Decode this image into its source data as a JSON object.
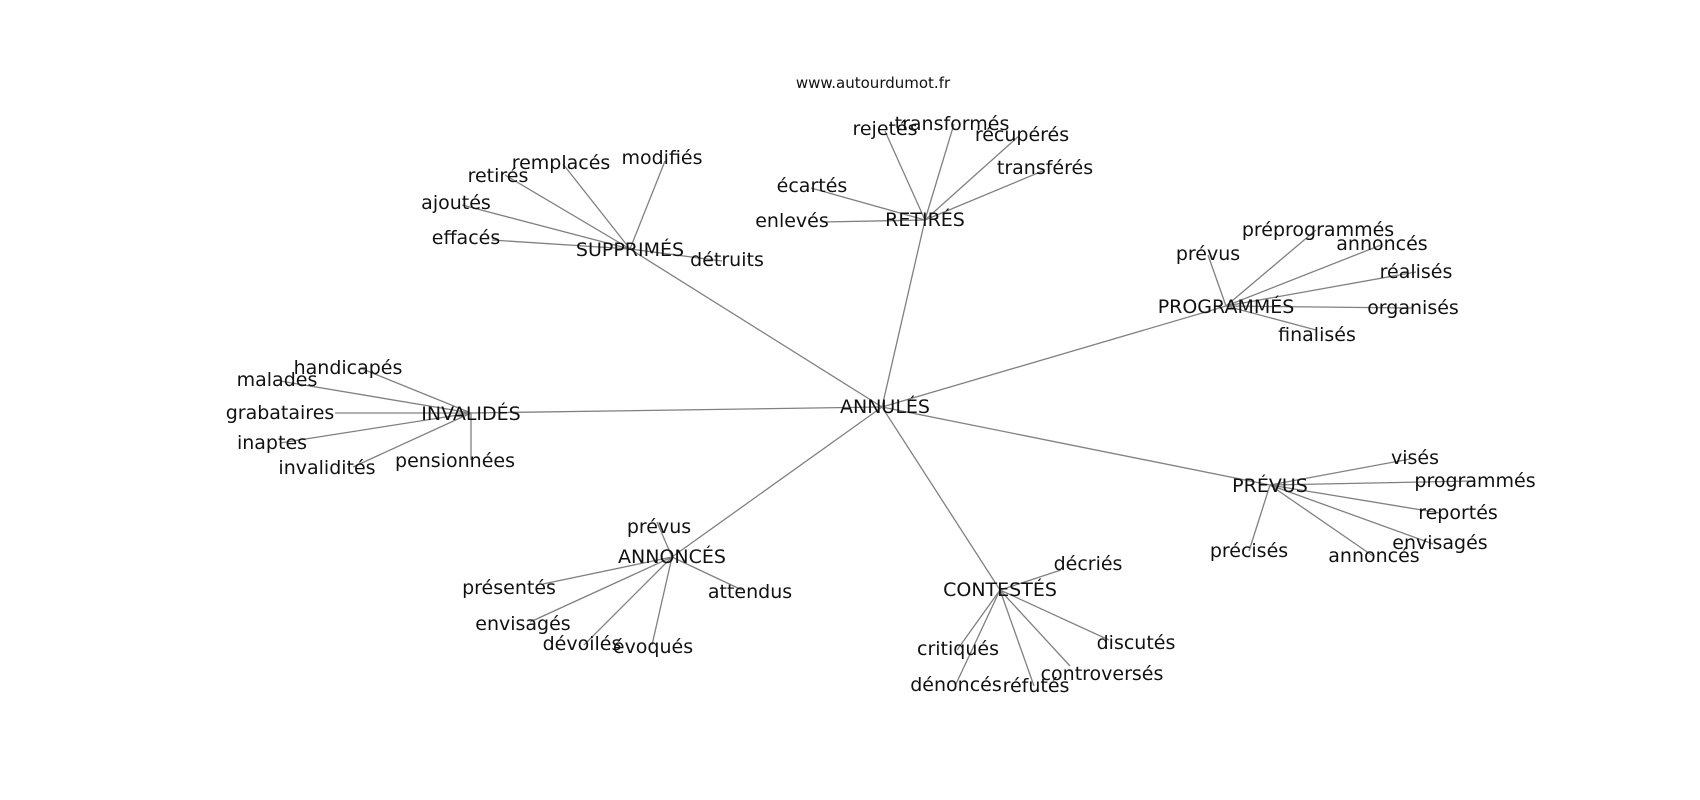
{
  "watermark": "www.autourdumot.fr",
  "center": "ANNULÉS",
  "clusters": [
    {
      "hub": "SUPPRIMÉS",
      "words": [
        "retirés",
        "remplacés",
        "modifiés",
        "ajoutés",
        "effacés",
        "détruits"
      ]
    },
    {
      "hub": "RETIRÉS",
      "words": [
        "rejetés",
        "transformés",
        "récupérés",
        "écartés",
        "transférés",
        "enlevés"
      ]
    },
    {
      "hub": "PROGRAMMÉS",
      "words": [
        "préprogrammés",
        "annoncés",
        "prévus",
        "réalisés",
        "organisés",
        "finalisés"
      ]
    },
    {
      "hub": "INVALIDÉS",
      "words": [
        "handicapés",
        "malades",
        "grabataires",
        "inaptes",
        "invalidités",
        "pensionnées"
      ]
    },
    {
      "hub": "PRÉVUS",
      "words": [
        "visés",
        "programmés",
        "reportés",
        "envisagés",
        "précisés",
        "annoncés"
      ]
    },
    {
      "hub": "ANNONCÉS",
      "words": [
        "prévus",
        "présentés",
        "attendus",
        "envisagés",
        "dévoilés",
        "évoqués"
      ]
    },
    {
      "hub": "CONTESTÉS",
      "words": [
        "décriés",
        "discutés",
        "critiqués",
        "controversés",
        "dénoncés",
        "réfutés"
      ]
    }
  ]
}
